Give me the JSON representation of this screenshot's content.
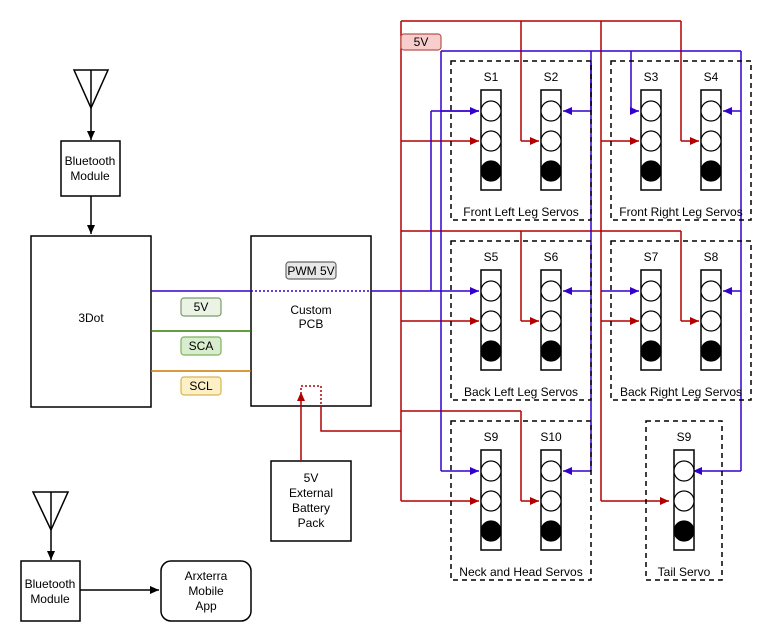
{
  "bluetooth_top": {
    "line1": "Bluetooth",
    "line2": "Module"
  },
  "bluetooth_bottom": {
    "line1": "Bluetooth",
    "line2": "Module"
  },
  "three_dot": {
    "label": "3Dot"
  },
  "pcb": {
    "line1": "Custom",
    "line2": "PCB",
    "pwm_tag": "PWM 5V"
  },
  "battery": {
    "line1": "5V",
    "line2": "External",
    "line3": "Battery",
    "line4": "Pack"
  },
  "app": {
    "line1": "Arxterra",
    "line2": "Mobile",
    "line3": "App"
  },
  "signals": {
    "v5": "5V",
    "sca": "SCA",
    "scl": "SCL",
    "rail": "5V"
  },
  "groups": {
    "front_left": "Front Left Leg Servos",
    "front_right": "Front Right Leg Servos",
    "back_left": "Back Left Leg Servos",
    "back_right": "Back Right Leg Servos",
    "neck_head": "Neck and Head Servos",
    "tail": "Tail Servo"
  },
  "servos": [
    "S1",
    "S2",
    "S3",
    "S4",
    "S5",
    "S6",
    "S7",
    "S8",
    "S9",
    "S10",
    "S9"
  ],
  "colors": {
    "power": "#b20000",
    "signal": "#3300cc",
    "sca": "#2e7d00",
    "scl": "#cc7a00"
  }
}
